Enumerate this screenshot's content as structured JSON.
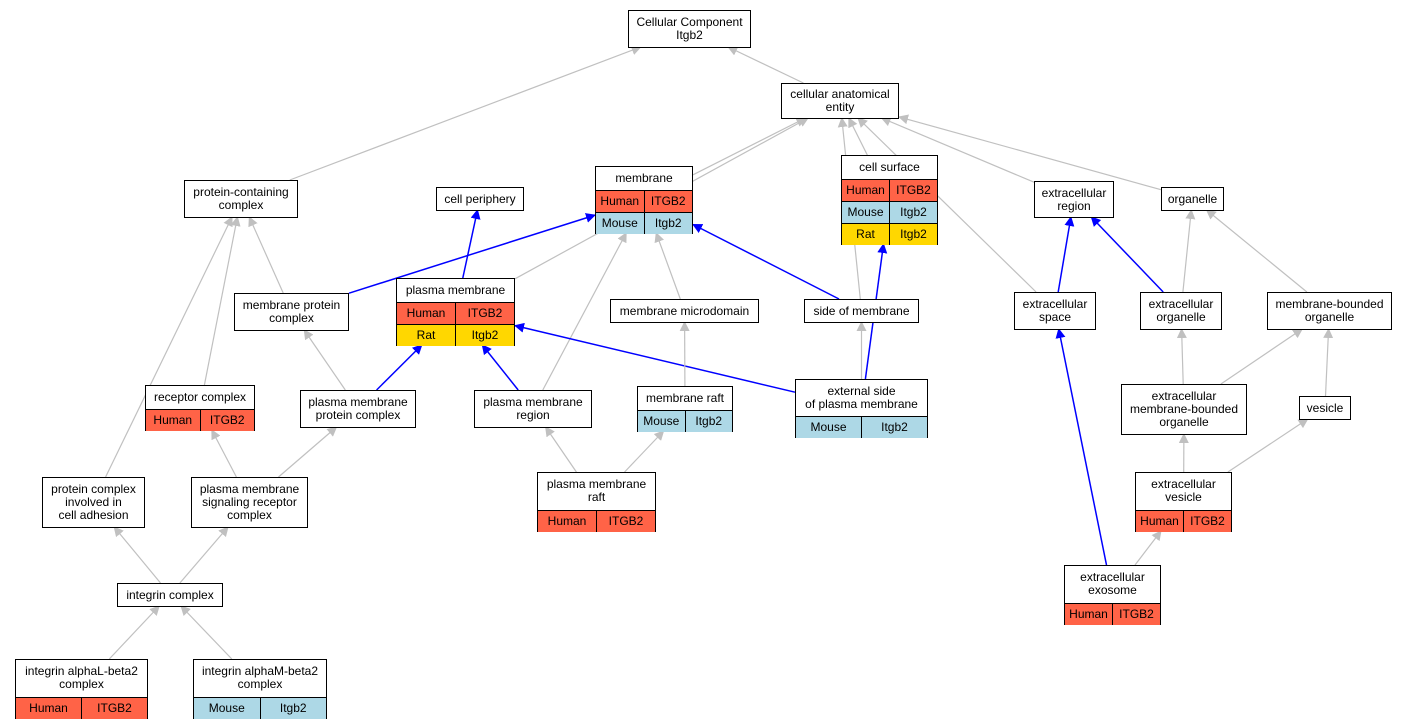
{
  "nodes": {
    "cc": {
      "label": "Cellular Component\nItgb2",
      "rows": []
    },
    "cae": {
      "label": "cellular anatomical\nentity",
      "rows": []
    },
    "pcc": {
      "label": "protein-containing\ncomplex",
      "rows": []
    },
    "cp": {
      "label": "cell periphery",
      "rows": []
    },
    "mem": {
      "label": "membrane",
      "rows": [
        {
          "species": "Human",
          "gene": "ITGB2"
        },
        {
          "species": "Mouse",
          "gene": "Itgb2"
        }
      ]
    },
    "cs": {
      "label": "cell surface",
      "rows": [
        {
          "species": "Human",
          "gene": "ITGB2"
        },
        {
          "species": "Mouse",
          "gene": "Itgb2"
        },
        {
          "species": "Rat",
          "gene": "Itgb2"
        }
      ]
    },
    "er": {
      "label": "extracellular\nregion",
      "rows": []
    },
    "org": {
      "label": "organelle",
      "rows": []
    },
    "mpc": {
      "label": "membrane protein\ncomplex",
      "rows": []
    },
    "pm": {
      "label": "plasma membrane",
      "rows": [
        {
          "species": "Human",
          "gene": "ITGB2"
        },
        {
          "species": "Rat",
          "gene": "Itgb2"
        }
      ]
    },
    "mmd": {
      "label": "membrane microdomain",
      "rows": []
    },
    "som": {
      "label": "side of membrane",
      "rows": []
    },
    "es": {
      "label": "extracellular\nspace",
      "rows": []
    },
    "eo": {
      "label": "extracellular\norganelle",
      "rows": []
    },
    "mbo": {
      "label": "membrane-bounded\norganelle",
      "rows": []
    },
    "rc": {
      "label": "receptor complex",
      "rows": [
        {
          "species": "Human",
          "gene": "ITGB2"
        }
      ]
    },
    "pmpc": {
      "label": "plasma membrane\nprotein complex",
      "rows": []
    },
    "pmr": {
      "label": "plasma membrane\nregion",
      "rows": []
    },
    "mr": {
      "label": "membrane raft",
      "rows": [
        {
          "species": "Mouse",
          "gene": "Itgb2"
        }
      ]
    },
    "espm": {
      "label": "external side\nof plasma membrane",
      "rows": [
        {
          "species": "Mouse",
          "gene": "Itgb2"
        }
      ]
    },
    "embo": {
      "label": "extracellular\nmembrane-bounded\norganelle",
      "rows": []
    },
    "ves": {
      "label": "vesicle",
      "rows": []
    },
    "pcica": {
      "label": "protein complex\ninvolved in\ncell adhesion",
      "rows": []
    },
    "pmsrc": {
      "label": "plasma membrane\nsignaling receptor\ncomplex",
      "rows": []
    },
    "pmraft": {
      "label": "plasma membrane\nraft",
      "rows": [
        {
          "species": "Human",
          "gene": "ITGB2"
        }
      ]
    },
    "ev": {
      "label": "extracellular\nvesicle",
      "rows": [
        {
          "species": "Human",
          "gene": "ITGB2"
        }
      ]
    },
    "ic": {
      "label": "integrin complex",
      "rows": []
    },
    "exo": {
      "label": "extracellular\nexosome",
      "rows": [
        {
          "species": "Human",
          "gene": "ITGB2"
        }
      ]
    },
    "iab2": {
      "label": "integrin alphaL-beta2\ncomplex",
      "rows": [
        {
          "species": "Human",
          "gene": "ITGB2"
        }
      ]
    },
    "imb2": {
      "label": "integrin alphaM-beta2\ncomplex",
      "rows": [
        {
          "species": "Mouse",
          "gene": "Itgb2"
        }
      ]
    }
  },
  "edges": [
    {
      "from": "cae",
      "to": "cc",
      "type": "is_a"
    },
    {
      "from": "pcc",
      "to": "cc",
      "type": "is_a"
    },
    {
      "from": "mem",
      "to": "cae",
      "type": "is_a"
    },
    {
      "from": "cs",
      "to": "cae",
      "type": "is_a"
    },
    {
      "from": "er",
      "to": "cae",
      "type": "is_a"
    },
    {
      "from": "org",
      "to": "cae",
      "type": "is_a"
    },
    {
      "from": "pm",
      "to": "cae",
      "type": "is_a"
    },
    {
      "from": "som",
      "to": "cae",
      "type": "is_a"
    },
    {
      "from": "es",
      "to": "cae",
      "type": "is_a"
    },
    {
      "from": "pm",
      "to": "cp",
      "type": "part_of"
    },
    {
      "from": "mpc",
      "to": "pcc",
      "type": "is_a"
    },
    {
      "from": "rc",
      "to": "pcc",
      "type": "is_a"
    },
    {
      "from": "pcica",
      "to": "pcc",
      "type": "is_a"
    },
    {
      "from": "mpc",
      "to": "mem",
      "type": "part_of"
    },
    {
      "from": "pmr",
      "to": "mem",
      "type": "is_a"
    },
    {
      "from": "mmd",
      "to": "mem",
      "type": "is_a"
    },
    {
      "from": "som",
      "to": "mem",
      "type": "part_of"
    },
    {
      "from": "espm",
      "to": "cs",
      "type": "part_of"
    },
    {
      "from": "es",
      "to": "er",
      "type": "part_of"
    },
    {
      "from": "eo",
      "to": "er",
      "type": "part_of"
    },
    {
      "from": "eo",
      "to": "org",
      "type": "is_a"
    },
    {
      "from": "mbo",
      "to": "org",
      "type": "is_a"
    },
    {
      "from": "pmpc",
      "to": "mpc",
      "type": "is_a"
    },
    {
      "from": "pmpc",
      "to": "pm",
      "type": "part_of"
    },
    {
      "from": "pmr",
      "to": "pm",
      "type": "part_of"
    },
    {
      "from": "espm",
      "to": "pm",
      "type": "part_of"
    },
    {
      "from": "mr",
      "to": "mmd",
      "type": "is_a"
    },
    {
      "from": "espm",
      "to": "som",
      "type": "is_a"
    },
    {
      "from": "exo",
      "to": "es",
      "type": "part_of"
    },
    {
      "from": "embo",
      "to": "eo",
      "type": "is_a"
    },
    {
      "from": "embo",
      "to": "mbo",
      "type": "is_a"
    },
    {
      "from": "ves",
      "to": "mbo",
      "type": "is_a"
    },
    {
      "from": "pmsrc",
      "to": "rc",
      "type": "is_a"
    },
    {
      "from": "pmsrc",
      "to": "pmpc",
      "type": "is_a"
    },
    {
      "from": "pmraft",
      "to": "pmr",
      "type": "is_a"
    },
    {
      "from": "pmraft",
      "to": "mr",
      "type": "is_a"
    },
    {
      "from": "ev",
      "to": "embo",
      "type": "is_a"
    },
    {
      "from": "ev",
      "to": "ves",
      "type": "is_a"
    },
    {
      "from": "ic",
      "to": "pcica",
      "type": "is_a"
    },
    {
      "from": "ic",
      "to": "pmsrc",
      "type": "is_a"
    },
    {
      "from": "exo",
      "to": "ev",
      "type": "is_a"
    },
    {
      "from": "iab2",
      "to": "ic",
      "type": "is_a"
    },
    {
      "from": "imb2",
      "to": "ic",
      "type": "is_a"
    }
  ],
  "colors": {
    "is_a_edge": "#c0c0c0",
    "part_of_edge": "#0000ff",
    "Human": "#ff6347",
    "Mouse": "#add8e6",
    "Rat": "#ffd700"
  }
}
